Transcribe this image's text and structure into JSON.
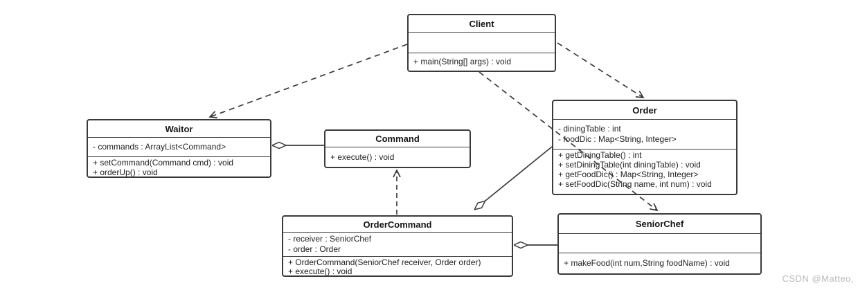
{
  "diagram_title": "Command pattern UML class diagram",
  "watermark": "CSDN @Matteo,",
  "colors": {
    "line": "#3a3a3a",
    "background": "#ffffff",
    "text": "#222222",
    "watermark": "#b9b9b9"
  },
  "classes": {
    "client": {
      "name": "Client",
      "attributes": [],
      "methods": [
        "+ main(String[] args) : void"
      ]
    },
    "waitor": {
      "name": "Waitor",
      "attributes": [
        "- commands :  ArrayList<Command>"
      ],
      "methods": [
        "+ setCommand(Command cmd) : void",
        "+ orderUp() : void"
      ]
    },
    "command": {
      "name": "Command",
      "attributes": [],
      "methods": [
        "+ execute() : void"
      ]
    },
    "order": {
      "name": "Order",
      "attributes": [
        "- diningTable : int",
        "- foodDic :   Map<String, Integer>"
      ],
      "methods": [
        "+ getDiningTable() : int",
        "+ setDiningTable(int diningTable) : void",
        "+ getFoodDic() : Map<String, Integer>",
        "+ setFoodDic(String name, int num) : void"
      ]
    },
    "orderCommand": {
      "name": "OrderCommand",
      "attributes": [
        "- receiver : SeniorChef",
        "- order : Order"
      ],
      "methods": [
        "+ OrderCommand(SeniorChef receiver, Order order)",
        "+ execute() : void"
      ]
    },
    "seniorChef": {
      "name": "SeniorChef",
      "attributes": [],
      "methods": [
        "+ makeFood(int num,String foodName) : void"
      ]
    }
  },
  "relationships": [
    {
      "type": "dependency",
      "from": "Client",
      "to": "Waitor"
    },
    {
      "type": "dependency",
      "from": "Client",
      "to": "Order"
    },
    {
      "type": "dependency",
      "from": "Client",
      "to": "SeniorChef"
    },
    {
      "type": "aggregation",
      "from": "Waitor",
      "to": "Command"
    },
    {
      "type": "realization",
      "from": "OrderCommand",
      "to": "Command"
    },
    {
      "type": "aggregation",
      "from": "OrderCommand",
      "to": "Order"
    },
    {
      "type": "aggregation",
      "from": "OrderCommand",
      "to": "SeniorChef"
    }
  ]
}
